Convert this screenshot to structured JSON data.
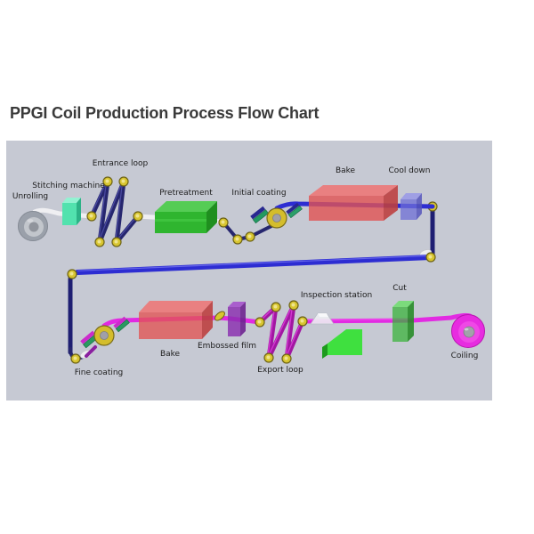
{
  "title": "PPGI Coil Production Process Flow Chart",
  "diagram": {
    "stations": [
      {
        "id": "unrolling",
        "label": "Unrolling"
      },
      {
        "id": "stitching-machine",
        "label": "Stitching machine"
      },
      {
        "id": "entrance-loop",
        "label": "Entrance loop"
      },
      {
        "id": "pretreatment",
        "label": "Pretreatment"
      },
      {
        "id": "initial-coating",
        "label": "Initial coating"
      },
      {
        "id": "bake-1",
        "label": "Bake"
      },
      {
        "id": "cool-down",
        "label": "Cool down"
      },
      {
        "id": "fine-coating",
        "label": "Fine coating"
      },
      {
        "id": "bake-2",
        "label": "Bake"
      },
      {
        "id": "embossed-film",
        "label": "Embossed film"
      },
      {
        "id": "export-loop",
        "label": "Export loop"
      },
      {
        "id": "inspection-station",
        "label": "Inspection station"
      },
      {
        "id": "cut",
        "label": "Cut"
      },
      {
        "id": "coiling",
        "label": "Coiling"
      }
    ],
    "colors": {
      "panel_background": "#c6c9d3",
      "strip_white": "#efeff2",
      "strip_blue": "#2d2dd2",
      "strip_navy": "#26266e",
      "strip_magenta": "#e22ae2",
      "loop_purple": "#a117a1",
      "bake_red": "#e15353",
      "pretreatment_green": "#2fb52f",
      "cool_down_blue": "#6e6ed6",
      "cut_green": "#36b336",
      "embossed_purple": "#8a2eb0",
      "stitching_teal": "#52e2ae",
      "roller_yellow": "#d8c530",
      "coil_magenta": "#e72ce0",
      "unroll_gray": "#9aa0aa",
      "wedge_green": "#3fe03f",
      "title_color": "#3a3a3a"
    }
  }
}
